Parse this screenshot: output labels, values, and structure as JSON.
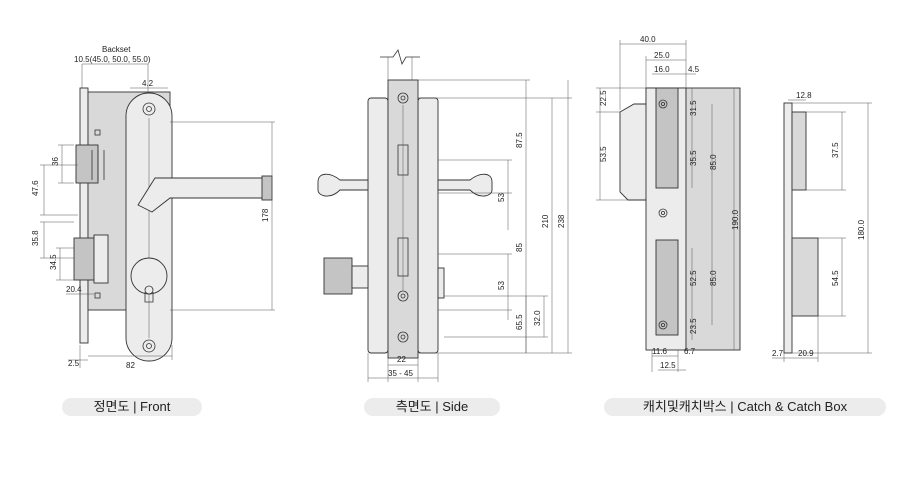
{
  "captions": {
    "front": "정면도 | Front",
    "side": "측면도 | Side",
    "catch": "캐치및캐치박스 | Catch & Catch Box"
  },
  "front": {
    "backset_label": "Backset",
    "backset_values": "10.5(45.0, 50.0, 55.0)",
    "d_4_2": "4.2",
    "d_36": "36",
    "d_47_6": "47.6",
    "d_35_8": "35.8",
    "d_34_5": "34.5",
    "d_20_4": "20.4",
    "d_178": "178",
    "d_2_5": "2.5",
    "d_82": "82"
  },
  "side": {
    "d_87_5": "87.5",
    "d_53a": "53",
    "d_85": "85",
    "d_210": "210",
    "d_238": "238",
    "d_53b": "53",
    "d_65_5": "65.5",
    "d_32_0": "32.0",
    "d_22": "22",
    "d_35_45": "35 - 45"
  },
  "catch": {
    "d_40_0": "40.0",
    "d_25_0": "25.0",
    "d_16_0": "16.0",
    "d_4_5": "4.5",
    "d_22_5": "22.5",
    "d_31_5": "31.5",
    "d_53_5": "53.5",
    "d_35_5": "35.5",
    "d_85_0a": "85.0",
    "d_190_0": "190.0",
    "d_52_5": "52.5",
    "d_85_0b": "85.0",
    "d_23_5": "23.5",
    "d_11_6": "11.6",
    "d_6_7": "6.7",
    "d_12_5": "12.5",
    "d_12_8": "12.8",
    "d_37_5": "37.5",
    "d_180_0": "180.0",
    "d_54_5": "54.5",
    "d_2_7": "2.7",
    "d_20_9": "20.9"
  }
}
